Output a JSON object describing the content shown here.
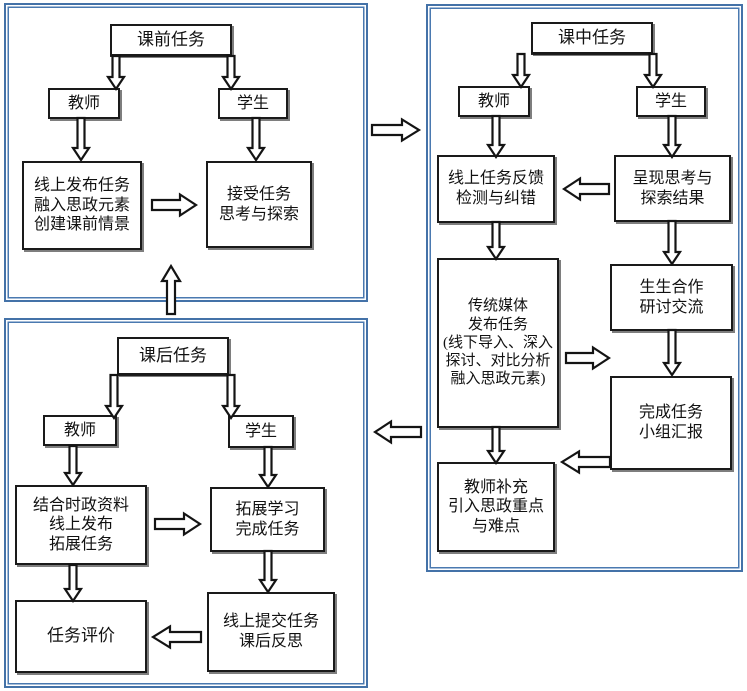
{
  "diagram": {
    "title": "Blended teaching task flow (pre-class / in-class / after-class)",
    "accent_color": "#4472a8",
    "box_border_color": "#1a1a1a",
    "background": "#ffffff"
  },
  "panels": [
    {
      "id": "pre-class",
      "name": "panel-pre-class",
      "heading": "课前任务",
      "roles": {
        "teacher": "教师",
        "student": "学生"
      },
      "boxes": {
        "teacher_task": "线上发布任务\n融入思政元素\n创建课前情景",
        "student_task": "接受任务\n思考与探索"
      }
    },
    {
      "id": "in-class",
      "name": "panel-in-class",
      "heading": "课中任务",
      "roles": {
        "teacher": "教师",
        "student": "学生"
      },
      "boxes": {
        "teacher_feedback": "线上任务反馈\n检测与纠错",
        "student_present": "呈现思考与\n探索结果",
        "traditional_media": "传统媒体\n发布任务\n(线下导入、深入\n探讨、对比分析\n融入思政元素)",
        "student_discuss": "生生合作\n研讨交流",
        "student_report": "完成任务\n小组汇报",
        "teacher_supplement": "教师补充\n引入思政重点\n与难点"
      }
    },
    {
      "id": "after-class",
      "name": "panel-after-class",
      "heading": "课后任务",
      "roles": {
        "teacher": "教师",
        "student": "学生"
      },
      "boxes": {
        "teacher_extend": "结合时政资料\n线上发布\n拓展任务",
        "student_extend": "拓展学习\n完成任务",
        "student_submit": "线上提交任务\n课后反思",
        "task_evaluation": "任务评价"
      }
    }
  ],
  "connectors": {
    "panel_pre_to_in": "arrow-right-pre-to-in",
    "panel_in_to_after": "arrow-left-in-to-after",
    "panel_after_to_pre": "arrow-up-after-to-pre"
  }
}
